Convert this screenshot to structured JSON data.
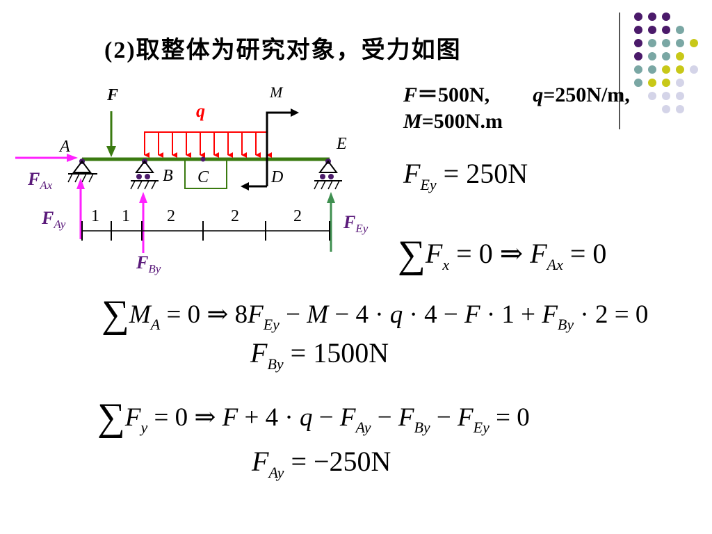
{
  "slide": {
    "title": "(2)取整体为研究对象，受力如图",
    "given": {
      "F_label": "F",
      "F_value": "＝500N,",
      "q_label": "q",
      "q_value": "=250N/m,",
      "M_label": "M",
      "M_value": "=500N.m"
    },
    "eq_FEy": "250N",
    "eq_sumFx": {
      "rhs1": "0",
      "lhs2": "F",
      "sub2": "Ax",
      "rhs2": "0"
    },
    "eq_sumMA": {
      "sub": "A",
      "expr_start": "8",
      "sub_Ey": "Ey",
      "sub_By": "By",
      "rhs": "0"
    },
    "eq_FBy": "1500N",
    "eq_sumFy": {
      "rhs": "0"
    },
    "eq_FAy": "−250N"
  },
  "diagram": {
    "labels": {
      "F": "F",
      "q": "q",
      "M": "M",
      "A": "A",
      "E": "E",
      "B": "B",
      "C": "C",
      "D": "D",
      "FAx": "F",
      "FAx_sub": "Ax",
      "FAy": "F",
      "FAy_sub": "Ay",
      "FBy": "F",
      "FBy_sub": "By",
      "FEy": "F",
      "FEy_sub": "Ey"
    },
    "dims": [
      "1",
      "1",
      "2",
      "2",
      "2"
    ]
  },
  "colors": {
    "beam": "#3a7a10",
    "load": "#ff0000",
    "reaction_magenta": "#ff22ff",
    "reaction_green": "#3f8f50",
    "label_purple": "#5a1a7a",
    "dot_purple": "#4b1a6a",
    "dot_teal": "#7aa7a4",
    "dot_yellow": "#c8c818",
    "dot_lavender": "#d4d4e8"
  }
}
